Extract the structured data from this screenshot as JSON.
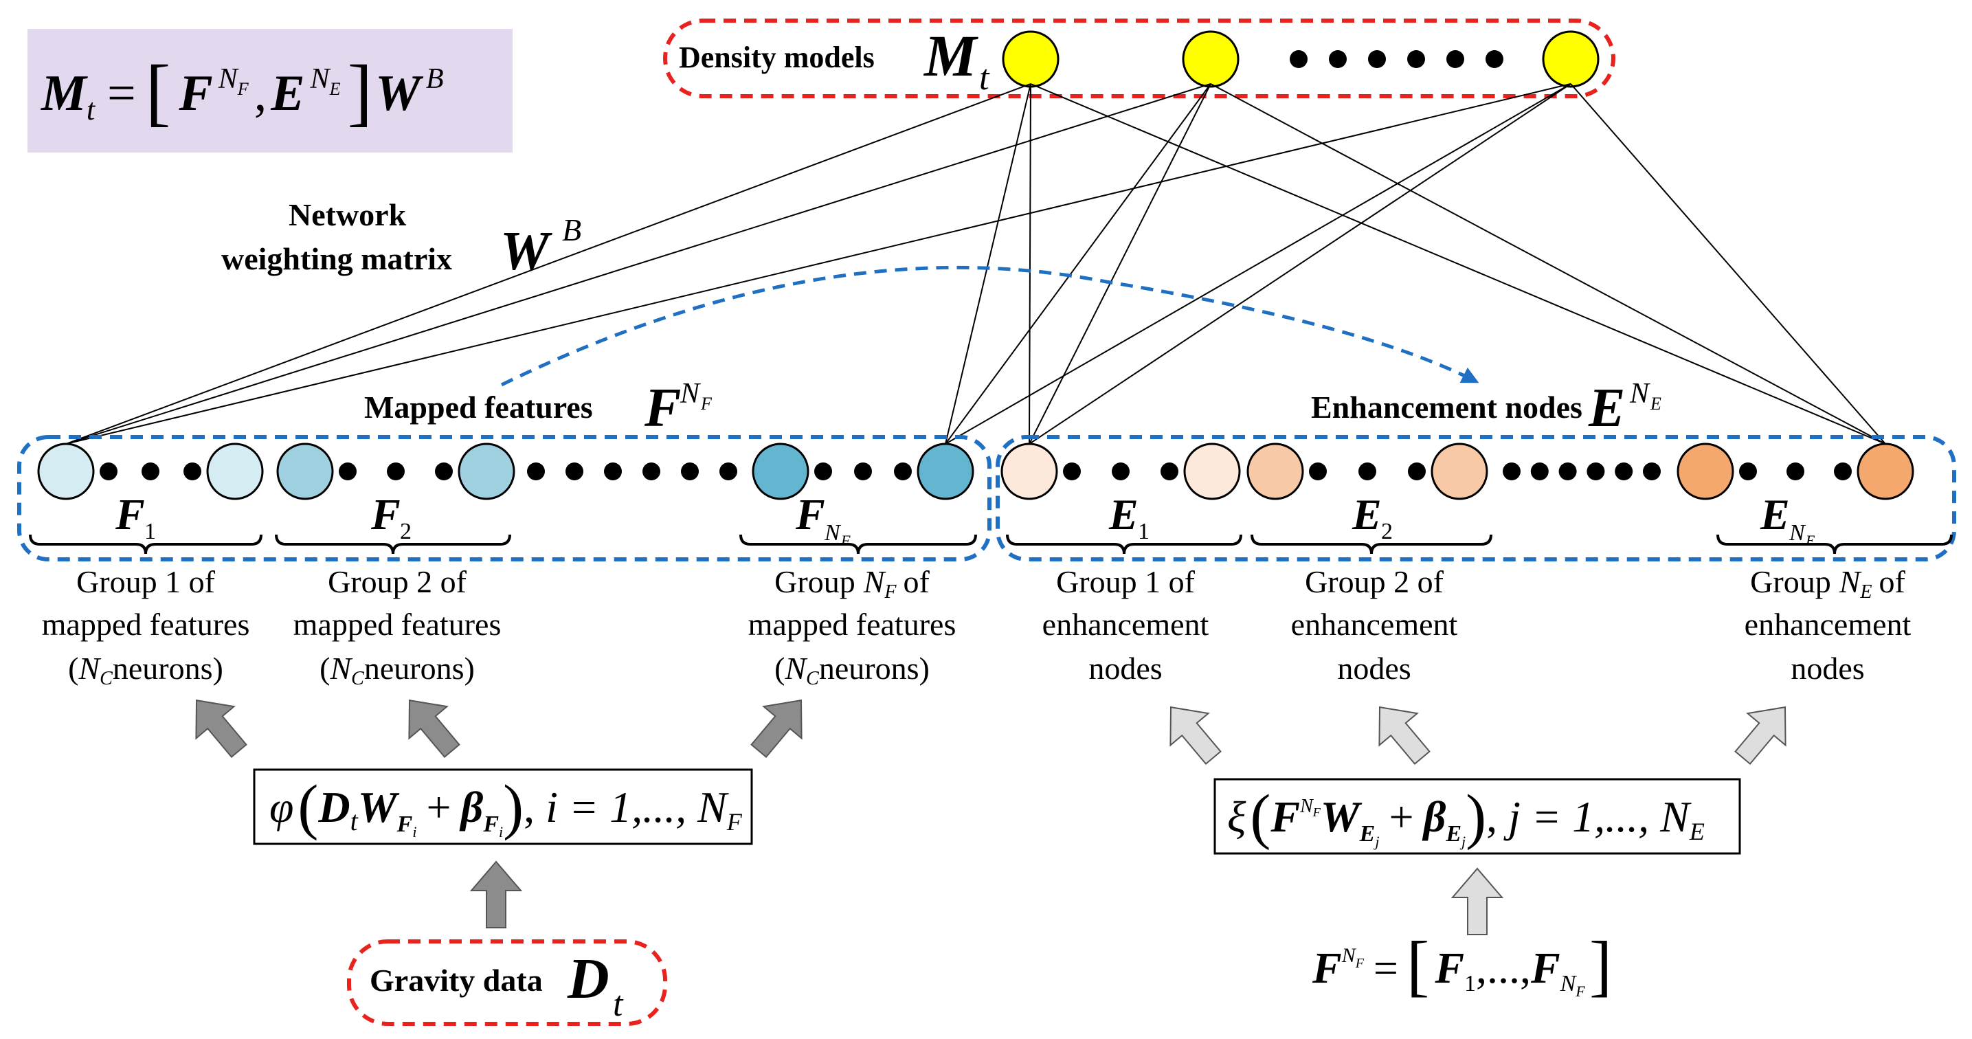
{
  "colors": {
    "dashed_red": "#e8221f",
    "dashed_blue": "#1f6fc2",
    "output_node": "#ffff00",
    "formula_bg": "#e3d9ee",
    "feature_groups": [
      "#d6ecf3",
      "#9fd0df",
      "#64b5cf"
    ],
    "enhancement_groups": [
      "#fde9db",
      "#f8c9a7",
      "#f4a86e"
    ],
    "arrow_dark": "#8c8c8c",
    "arrow_light": "#dedede"
  },
  "icons": {
    "output_node": "yellow-circle",
    "ellipsis": "black-dot-row",
    "arrow": "block-arrow"
  },
  "top_formula": {
    "M": "M",
    "t": "t",
    "eq": "=",
    "F": "F",
    "NF_N": "N",
    "NF_sub": "F",
    "comma": ",",
    "E": "E",
    "NE_N": "N",
    "NE_sub": "E",
    "W": "W",
    "B": "B"
  },
  "density_models": {
    "label": "Density models",
    "M": "M",
    "t": "t"
  },
  "network_weighting": {
    "line1": "Network",
    "line2": "weighting matrix",
    "W": "W",
    "B": "B"
  },
  "mapped_features": {
    "label": "Mapped features",
    "F": "F",
    "N": "N",
    "sub": "F"
  },
  "enhancement_nodes": {
    "label": "Enhancement nodes",
    "E": "E",
    "N": "N",
    "sub": "E"
  },
  "feature_groups": [
    {
      "sym": "F",
      "sub": "1",
      "line1": "Group 1 of",
      "line2": "mapped features",
      "line3_var": "N",
      "line3_sub": "C",
      "line3_text": "neurons)"
    },
    {
      "sym": "F",
      "sub": "2",
      "line1": "Group 2 of",
      "line2": "mapped features",
      "line3_var": "N",
      "line3_sub": "C",
      "line3_text": "neurons)"
    },
    {
      "sym": "F",
      "sub": "N",
      "subsub": "F",
      "line1_pre": "Group",
      "line1_var": "N",
      "line1_sub": "F",
      "line1_post": "of",
      "line2": "mapped features",
      "line3_var": "N",
      "line3_sub": "C",
      "line3_text": "neurons)"
    }
  ],
  "enhancement_groups": [
    {
      "sym": "E",
      "sub": "1",
      "line1": "Group 1 of",
      "line2": "enhancement",
      "line3": "nodes"
    },
    {
      "sym": "E",
      "sub": "2",
      "line1": "Group 2 of",
      "line2": "enhancement",
      "line3": "nodes"
    },
    {
      "sym": "E",
      "sub": "N",
      "subsub": "E",
      "line1_pre": "Group",
      "line1_var": "N",
      "line1_sub": "E",
      "line1_post": "of",
      "line2": "enhancement",
      "line3": "nodes"
    }
  ],
  "phi_formula": {
    "phi": "φ",
    "D": "D",
    "t": "t",
    "W": "W",
    "F": "F",
    "i": "i",
    "plus": "+",
    "beta": "β",
    "rest": "i = 1,..., N",
    "rest_sub": "F"
  },
  "xi_formula": {
    "xi": "ξ",
    "F": "F",
    "N": "N",
    "Fsub": "F",
    "W": "W",
    "E": "E",
    "j": "j",
    "plus": "+",
    "beta": "β",
    "rest": "j = 1,..., N",
    "rest_sub": "E"
  },
  "gravity": {
    "label": "Gravity data",
    "D": "D",
    "t": "t"
  },
  "fnf_def": {
    "F": "F",
    "N": "N",
    "sub": "F",
    "eq": "=",
    "F1": "F",
    "one": "1",
    "dots": ",...,",
    "Fn": "F",
    "n": "N",
    "nsub": "F"
  }
}
